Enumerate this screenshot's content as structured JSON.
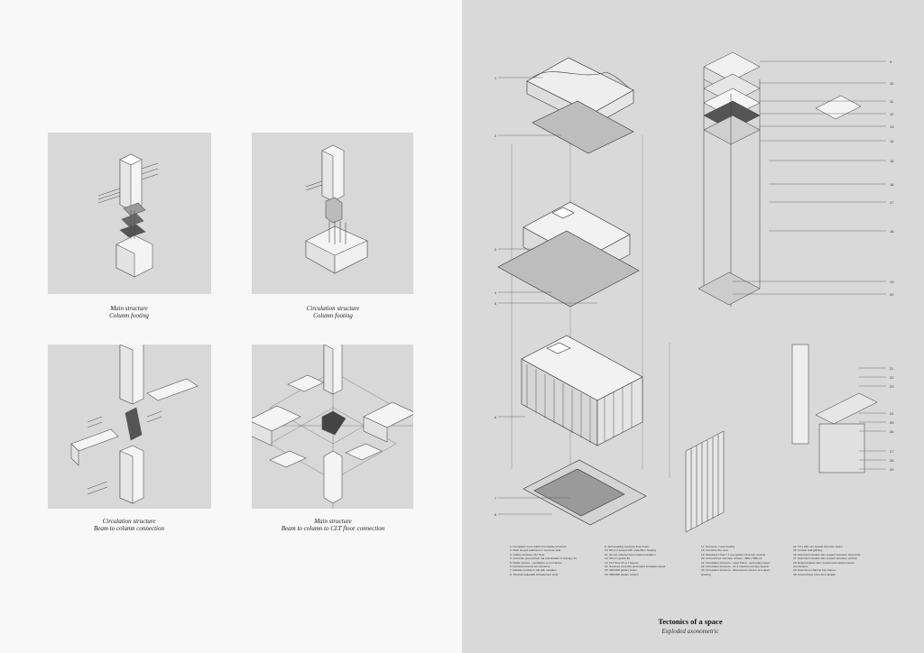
{
  "captions": {
    "panel1": {
      "line1": "Main structure",
      "line2": "Column footing"
    },
    "panel2": {
      "line1": "Circulation structure",
      "line2": "Column footing"
    },
    "panel3": {
      "line1": "Circulation structure",
      "line2": "Beam to column connection"
    },
    "panel4": {
      "line1": "Main structure",
      "line2": "Beam to column to CLT floor connection"
    }
  },
  "callout_labels_left": [
    "1",
    "2",
    "3",
    "4",
    "5",
    "6",
    "7",
    "8"
  ],
  "callout_labels_right": [
    "9",
    "10",
    "11",
    "12",
    "13",
    "14",
    "15",
    "16",
    "17",
    "18",
    "19",
    "20",
    "21",
    "22",
    "23",
    "24",
    "25",
    "26",
    "27",
    "28",
    "29"
  ],
  "legend": {
    "col1": [
      "1.  Circulation zone within the facade structure",
      "2.  Main sloped auditorium / concrete stair",
      "3.  Gallery terraces CLT floor",
      "4.  Concrete ground floor via colonnades to Canopy St.",
      "5.  Public terrace - ventilation to roof above",
      "6.  Full axonometric for reference",
      "7.  Facade module in full with variation",
      "8.  Thermal sidewalls at basement level"
    ],
    "col2": [
      "9.  Self-levelling concrete floor finish",
      "10. 85 mm screed with underfloor heating",
      "11. 30 mm mineral wool impact insulation",
      "12. 80 mm gravel fill",
      "13. CLT floor (5 or 7 layers)",
      "14. Services void with perforated insulation panel",
      "15. 400x400 glulam beam",
      "16. 300x300 glulam column"
    ],
    "col3": [
      "17. Concrete / steel footing",
      "18. Concrete fire core",
      "19. Standard 1 floor / 1 row glulam structure module",
      "20. Ground floor concrete column - 500 x 500mm",
      "21. Circulation structure - steel frame - secondary beam",
      "22. Circulation structure - 2x 2 columns primary beams",
      "23. Circulation structure - Rpocrpress column at a given",
      "     spacing"
    ],
    "col4": [
      "24. 70 x 240 mm facade structure beam",
      "25. Curtain wall glazing",
      "26. Aluminium double skin support structure horizontal",
      "27. Aluminium double skin support structure vertical",
      "28. External glass skin, treated and slotted panes",
      "     connections",
      "29. Aluminium channel box frames",
      "30. Ground floor pivot door facade"
    ]
  },
  "title": "Tectonics of a space",
  "subtitle": "Exploded axonometric"
}
